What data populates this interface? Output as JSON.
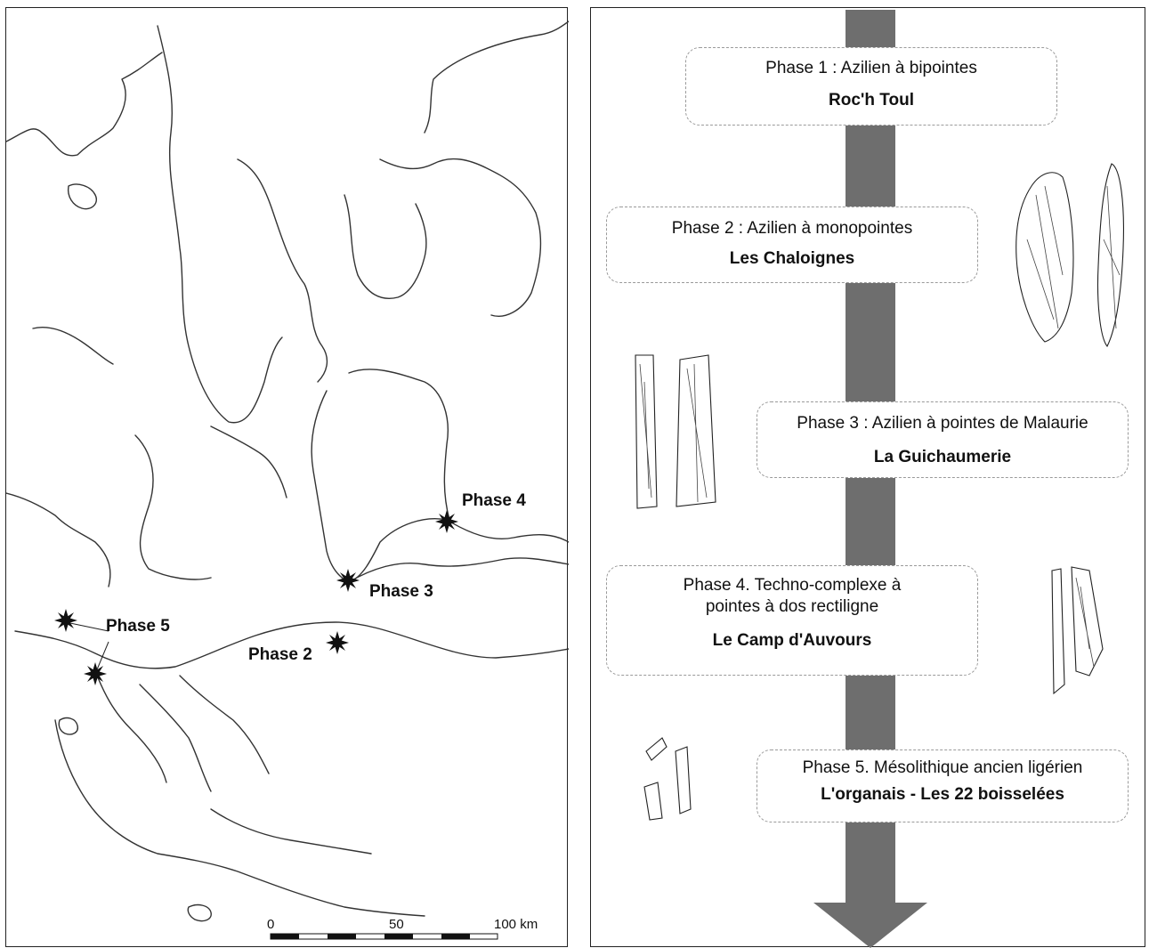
{
  "map": {
    "sites": [
      {
        "label": "Phase 4"
      },
      {
        "label": "Phase 3"
      },
      {
        "label": "Phase 5"
      },
      {
        "label": "Phase 2"
      }
    ],
    "scale_bar": {
      "tick_0": "0",
      "tick_mid": "50",
      "tick_end": "100 km"
    }
  },
  "chronology": {
    "phases": [
      {
        "title": "Phase 1 : Azilien à bipointes",
        "site": "Roc'h Toul"
      },
      {
        "title": "Phase 2 : Azilien à monopointes",
        "site": "Les Chaloignes"
      },
      {
        "title": "Phase 3 : Azilien à pointes de Malaurie",
        "site": "La Guichaumerie"
      },
      {
        "title": "Phase 4. Techno-complexe à pointes à dos rectiligne",
        "site": "Le Camp d'Auvours"
      },
      {
        "title": "Phase 5. Mésolithique ancien ligérien",
        "site": "L'organais - Les 22 boisselées"
      }
    ]
  }
}
